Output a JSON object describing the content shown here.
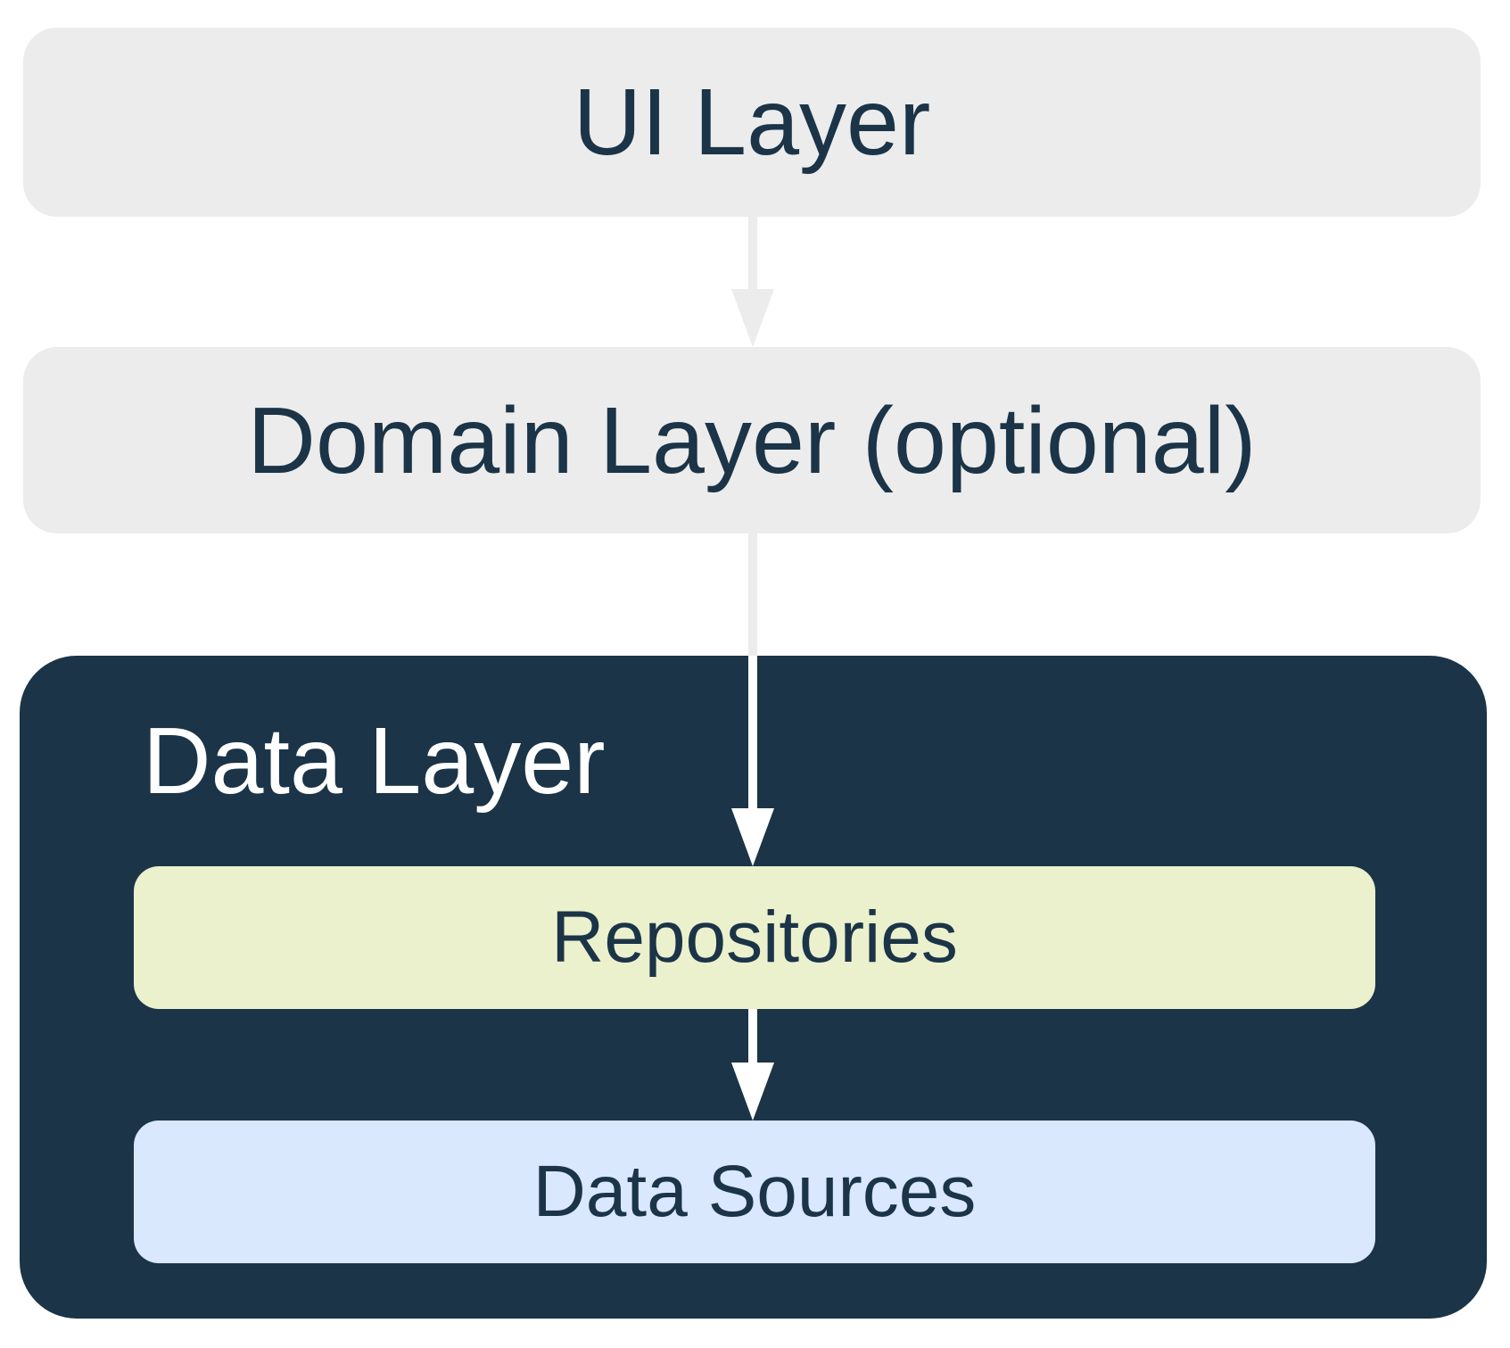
{
  "diagram": {
    "name": "app-architecture-layers",
    "nodes": {
      "ui": {
        "label": "UI Layer"
      },
      "domain": {
        "label": "Domain Layer (optional)"
      },
      "data": {
        "label": "Data Layer"
      },
      "repositories": {
        "label": "Repositories"
      },
      "data_sources": {
        "label": "Data Sources"
      }
    },
    "edges": [
      {
        "from": "ui",
        "to": "domain"
      },
      {
        "from": "domain",
        "to": "repositories"
      },
      {
        "from": "repositories",
        "to": "data_sources"
      }
    ]
  },
  "colors": {
    "background": "#ffffff",
    "layer_gray": "#ececec",
    "dark_navy": "#1b3447",
    "repositories_bg": "#ebf1cd",
    "data_sources_bg": "#d9e8fc",
    "text_dark": "#1b3447",
    "text_light": "#ffffff",
    "arrow_gray": "#ececec",
    "arrow_white": "#ffffff"
  }
}
